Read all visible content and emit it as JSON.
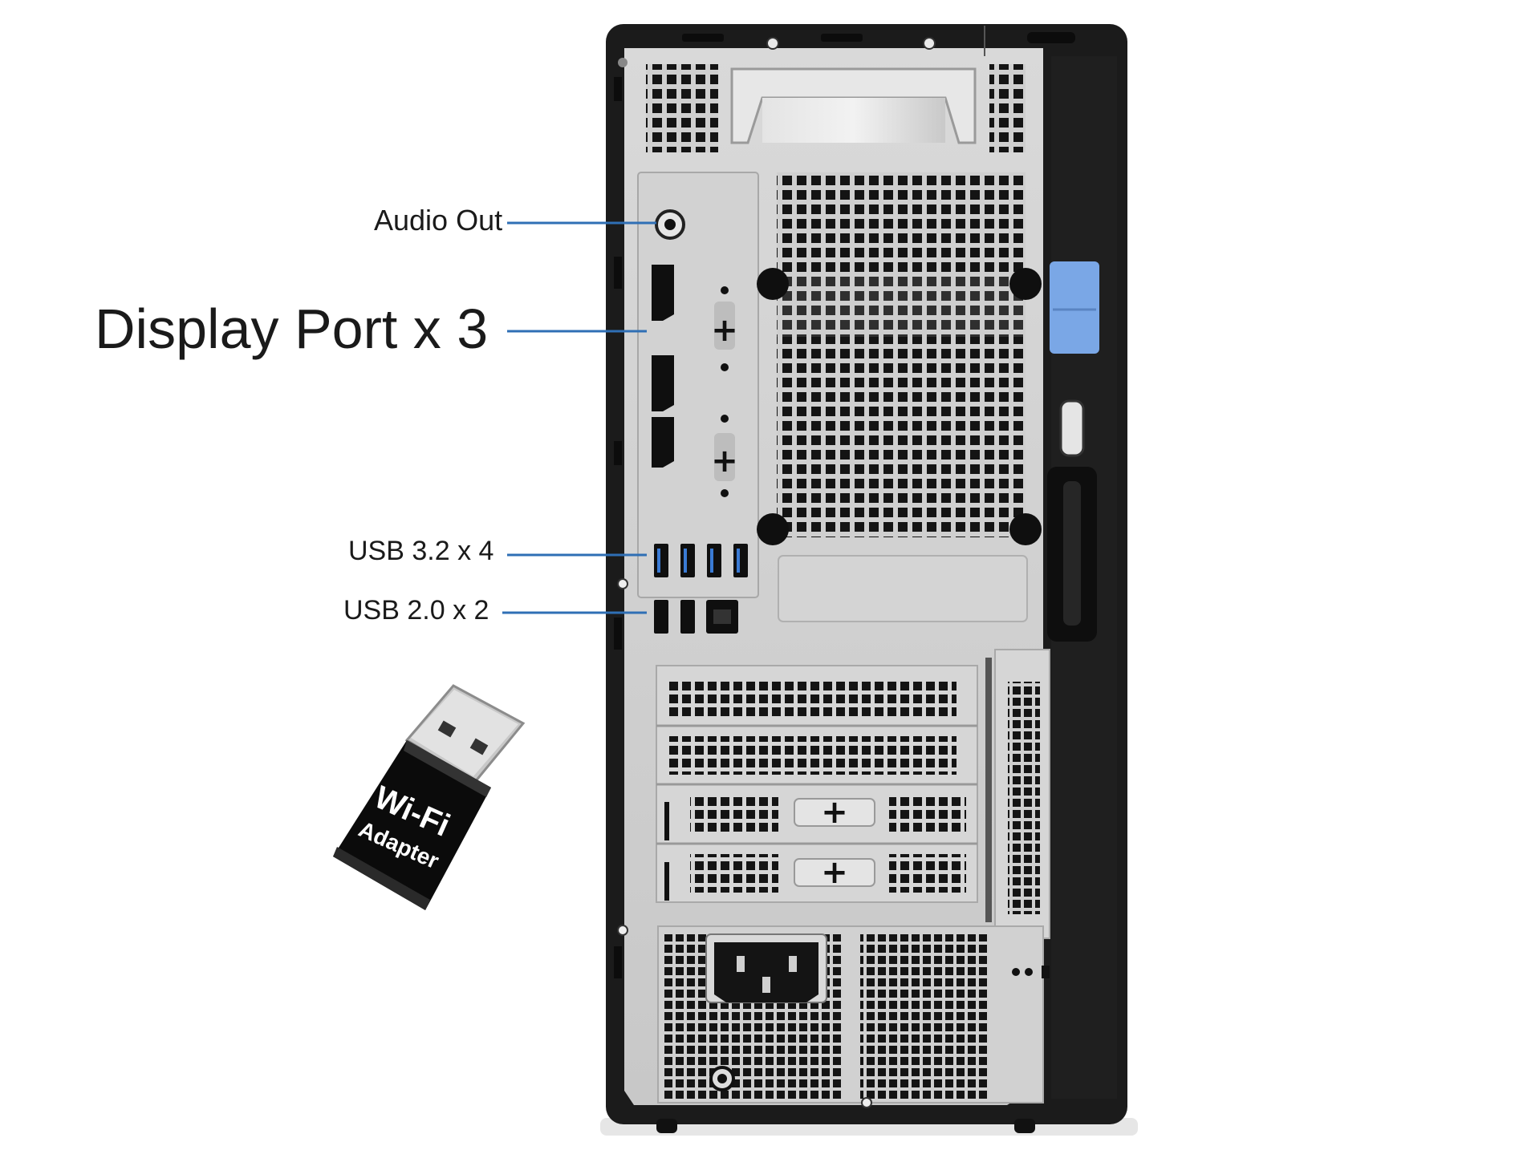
{
  "labels": {
    "audio_out": "Audio Out",
    "display_port": "Display Port x 3",
    "usb32": "USB 3.2 x 4",
    "usb20": "USB 2.0 x 2"
  },
  "dongle": {
    "line1": "Wi-Fi",
    "line2": "Adapter"
  },
  "icons": {
    "computer": "desktop-tower-rear-icon",
    "adapter": "usb-wifi-dongle-icon"
  },
  "colors": {
    "chassis": "#1b1b1b",
    "panel": "#cfcfcf",
    "leader_line": "#2f6fb5",
    "blue_latch": "#7aa7e6",
    "port": "#111111",
    "usb3_blue": "#3a7bd5"
  }
}
